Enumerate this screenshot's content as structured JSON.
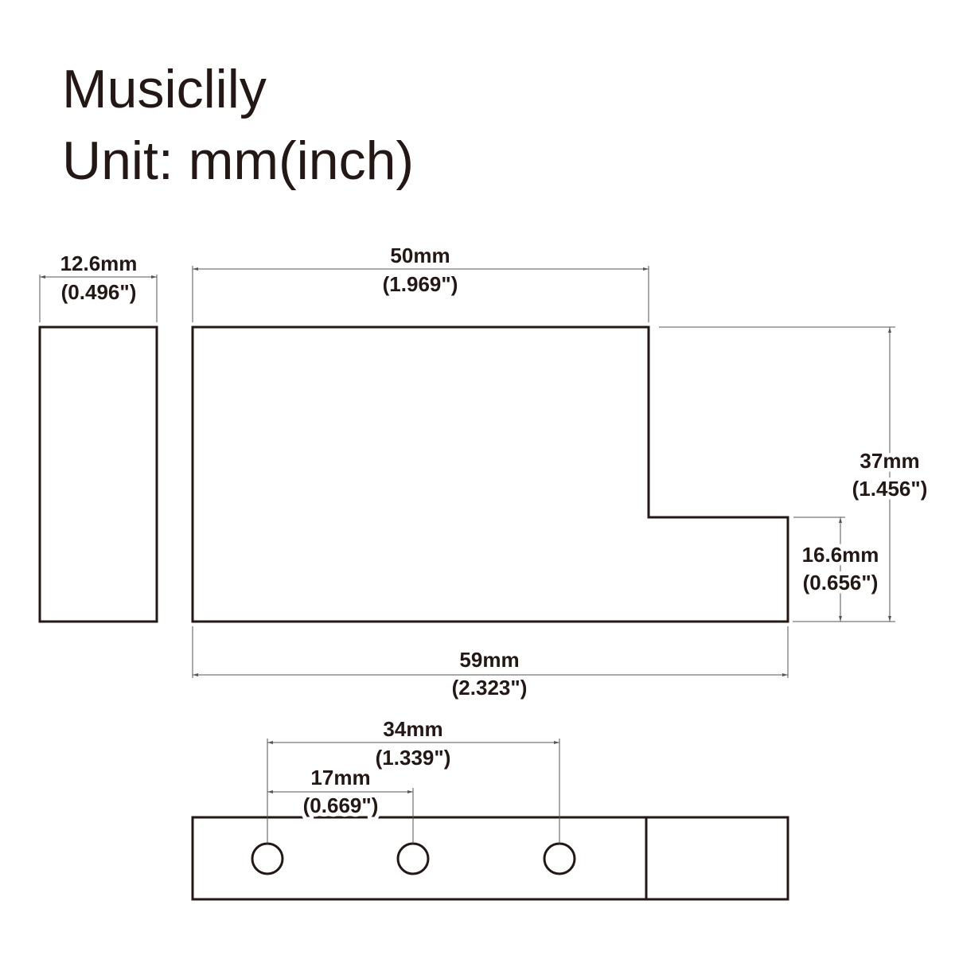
{
  "header": {
    "brand": "Musiclily",
    "unit": "Unit: mm(inch)"
  },
  "dimensions": {
    "side_width": {
      "mm": "12.6mm",
      "inch": "(0.496\")"
    },
    "top_length": {
      "mm": "50mm",
      "inch": "(1.969\")"
    },
    "total_height": {
      "mm": "37mm",
      "inch": "(1.456\")"
    },
    "step_height": {
      "mm": "16.6mm",
      "inch": "(0.656\")"
    },
    "total_length": {
      "mm": "59mm",
      "inch": "(2.323\")"
    },
    "hole_span": {
      "mm": "34mm",
      "inch": "(1.339\")"
    },
    "hole_spacing": {
      "mm": "17mm",
      "inch": "(0.669\")"
    }
  },
  "colors": {
    "line": "#231815",
    "dimension": "#555555"
  }
}
